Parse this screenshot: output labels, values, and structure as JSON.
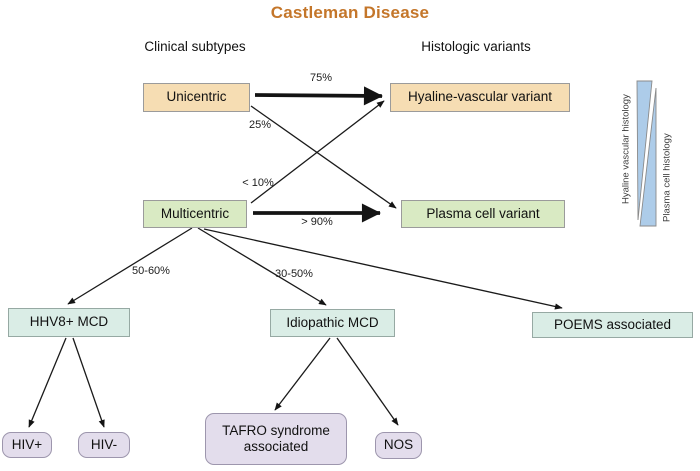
{
  "title": "Castleman Disease",
  "headers": {
    "clinical": "Clinical subtypes",
    "histologic": "Histologic variants"
  },
  "nodes": {
    "unicentric": "Unicentric",
    "multicentric": "Multicentric",
    "hyaline_variant": "Hyaline-vascular variant",
    "plasma_variant": "Plasma cell variant",
    "hhv8_mcd": "HHV8+ MCD",
    "idiopathic_mcd": "Idiopathic MCD",
    "poems": "POEMS associated",
    "hiv_pos": "HIV+",
    "hiv_neg": "HIV-",
    "tafro": "TAFRO syndrome associated",
    "nos": "NOS"
  },
  "edge_labels": {
    "uni_to_hyaline": "75%",
    "uni_to_plasma": "25%",
    "multi_to_hyaline": "< 10%",
    "multi_to_plasma": "> 90%",
    "multi_to_hhv8": "50-60%",
    "multi_to_idiopathic": "30-50%"
  },
  "legend": {
    "hyaline_axis": "Hyaline vascular histology",
    "plasma_axis": "Plasma cell histology"
  },
  "colors": {
    "title": "#c4762a",
    "tan_box": "#f6ddb3",
    "green_box": "#d9eac3",
    "teal_box": "#daede6",
    "lavender_box": "#e3ddec",
    "triangle_fill": "#adcce9",
    "arrow": "#141414"
  }
}
